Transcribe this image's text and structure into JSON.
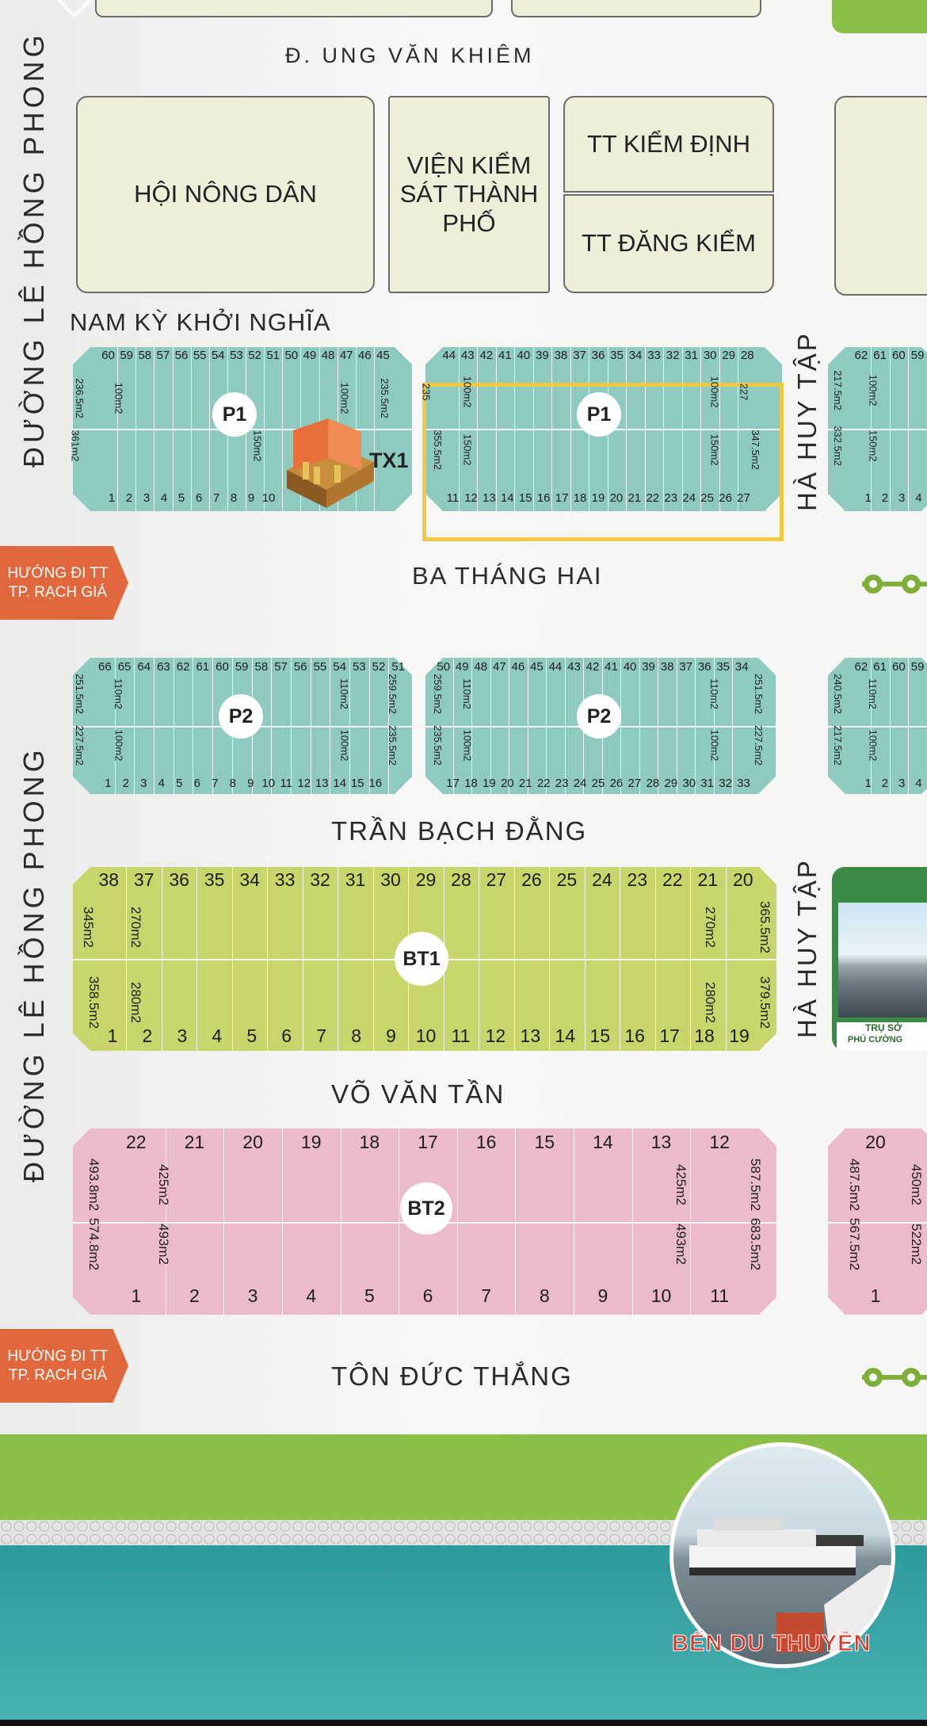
{
  "roads": {
    "ung_van_khiem": "Đ. UNG VĂN KHIÊM",
    "nam_ky_khoi_nghia": "NAM KỲ KHỞI NGHĨA",
    "ba_thang_hai": "BA THÁNG HAI",
    "tran_bach_dang": "TRẦN BẠCH ĐẰNG",
    "vo_van_tan": "VÕ VĂN TẦN",
    "ton_duc_thang": "TÔN ĐỨC THẮNG",
    "le_hong_phong": "ĐƯỜNG LÊ HỒNG PHONG",
    "ha_huy_tap": "HÀ HUY TẬP"
  },
  "buildings": {
    "hoi_nong_dan": "HỘI NÔNG DÂN",
    "vien_kiem_sat": "VIỆN KIỂM SÁT THÀNH PHỐ",
    "tt_kiem_dinh": "TT KIỂM ĐỊNH",
    "tt_dang_kiem": "TT ĐĂNG KIỂM"
  },
  "direction_sign": "HƯỚNG ĐI TT TP. RẠCH GIÁ",
  "marina_label": "BẾN DU THUYỀN",
  "tru_so_label": "TRỤ SỞ",
  "phu_cuong_label": "PHÚ CƯỜNG",
  "tx1_label": "TX1",
  "blocks": {
    "p1_left": {
      "label": "P1",
      "top_numbers": [
        "60",
        "59",
        "58",
        "57",
        "56",
        "55",
        "54",
        "53",
        "52",
        "51",
        "50",
        "49",
        "48",
        "47",
        "46",
        "45"
      ],
      "bottom_numbers": [
        "1",
        "2",
        "3",
        "4",
        "5",
        "6",
        "7",
        "8",
        "9",
        "10"
      ],
      "areas_top": [
        "236.5m2",
        "100m2",
        "100m2",
        "235.5m2"
      ],
      "areas_bottom": [
        "361m2",
        "150m2"
      ]
    },
    "p1_right": {
      "label": "P1",
      "top_numbers": [
        "44",
        "43",
        "42",
        "41",
        "40",
        "39",
        "38",
        "37",
        "36",
        "35",
        "34",
        "33",
        "32",
        "31",
        "30",
        "29",
        "28"
      ],
      "bottom_numbers": [
        "11",
        "12",
        "13",
        "14",
        "15",
        "16",
        "17",
        "18",
        "19",
        "20",
        "21",
        "22",
        "23",
        "24",
        "25",
        "26",
        "27"
      ],
      "areas_top": [
        "235",
        "100m2",
        "100m2",
        "227"
      ],
      "areas_bottom": [
        "355.5m2",
        "150m2",
        "150m2",
        "347.5m2"
      ]
    },
    "p1_far": {
      "top_numbers": [
        "62",
        "61",
        "60",
        "59"
      ],
      "bottom_numbers": [
        "1",
        "2",
        "3",
        "4"
      ],
      "areas_top": [
        "217.5m2",
        "100m2"
      ],
      "areas_bottom": [
        "332.5m2",
        "150m2"
      ]
    },
    "p2_left": {
      "label": "P2",
      "top_numbers": [
        "66",
        "65",
        "64",
        "63",
        "62",
        "61",
        "60",
        "59",
        "58",
        "57",
        "56",
        "55",
        "54",
        "53",
        "52",
        "51"
      ],
      "bottom_numbers": [
        "1",
        "2",
        "3",
        "4",
        "5",
        "6",
        "7",
        "8",
        "9",
        "10",
        "11",
        "12",
        "13",
        "14",
        "15",
        "16"
      ],
      "areas_top": [
        "251.5m2",
        "110m2",
        "110m2",
        "259.5m2"
      ],
      "areas_bottom": [
        "227.5m2",
        "100m2",
        "100m2",
        "235.5m2"
      ]
    },
    "p2_right": {
      "label": "P2",
      "top_numbers": [
        "50",
        "49",
        "48",
        "47",
        "46",
        "45",
        "44",
        "43",
        "42",
        "41",
        "40",
        "39",
        "38",
        "37",
        "36",
        "35",
        "34"
      ],
      "bottom_numbers": [
        "17",
        "18",
        "19",
        "20",
        "21",
        "22",
        "23",
        "24",
        "25",
        "26",
        "27",
        "28",
        "29",
        "30",
        "31",
        "32",
        "33"
      ],
      "areas_top": [
        "259.5m2",
        "110m2",
        "110m2",
        "251.5m2"
      ],
      "areas_bottom": [
        "235.5m2",
        "100m2",
        "100m2",
        "227.5m2"
      ]
    },
    "p2_far": {
      "top_numbers": [
        "62",
        "61",
        "60",
        "59"
      ],
      "bottom_numbers": [
        "1",
        "2",
        "3",
        "4"
      ],
      "areas_top": [
        "240.5m2",
        "110m2"
      ],
      "areas_bottom": [
        "217.5m2",
        "100m2"
      ]
    },
    "bt1": {
      "label": "BT1",
      "top_numbers": [
        "38",
        "37",
        "36",
        "35",
        "34",
        "33",
        "32",
        "31",
        "30",
        "29",
        "28",
        "27",
        "26",
        "25",
        "24",
        "23",
        "22",
        "21",
        "20"
      ],
      "bottom_numbers": [
        "1",
        "2",
        "3",
        "4",
        "5",
        "6",
        "7",
        "8",
        "9",
        "10",
        "11",
        "12",
        "13",
        "14",
        "15",
        "16",
        "17",
        "18",
        "19"
      ],
      "areas_top": [
        "345m2",
        "270m2",
        "270m2",
        "365.5m2"
      ],
      "areas_bottom": [
        "358.5m2",
        "280m2",
        "280m2",
        "379.5m2"
      ]
    },
    "bt2": {
      "label": "BT2",
      "top_numbers": [
        "22",
        "21",
        "20",
        "19",
        "18",
        "17",
        "16",
        "15",
        "14",
        "13",
        "12"
      ],
      "bottom_numbers": [
        "1",
        "2",
        "3",
        "4",
        "5",
        "6",
        "7",
        "8",
        "9",
        "10",
        "11"
      ],
      "areas_top": [
        "493.8m2",
        "425m2",
        "425m2",
        "587.5m2"
      ],
      "areas_bottom": [
        "574.8m2",
        "493m2",
        "493m2",
        "683.5m2"
      ]
    },
    "bt2_far": {
      "top_numbers": [
        "20"
      ],
      "bottom_numbers": [
        "1"
      ],
      "areas_top": [
        "487.5m2",
        "450m2"
      ],
      "areas_bottom": [
        "567.5m2",
        "522m2"
      ]
    }
  },
  "colors": {
    "residential_p": "#8ecabf",
    "villa_bt1": "#c9d56a",
    "villa_bt2": "#ebbbcc",
    "public_building": "#eeeed9",
    "highlight": "#f0c945",
    "sign": "#e1683c",
    "park": "#8cbf46",
    "sea": "#3aa3a4"
  }
}
